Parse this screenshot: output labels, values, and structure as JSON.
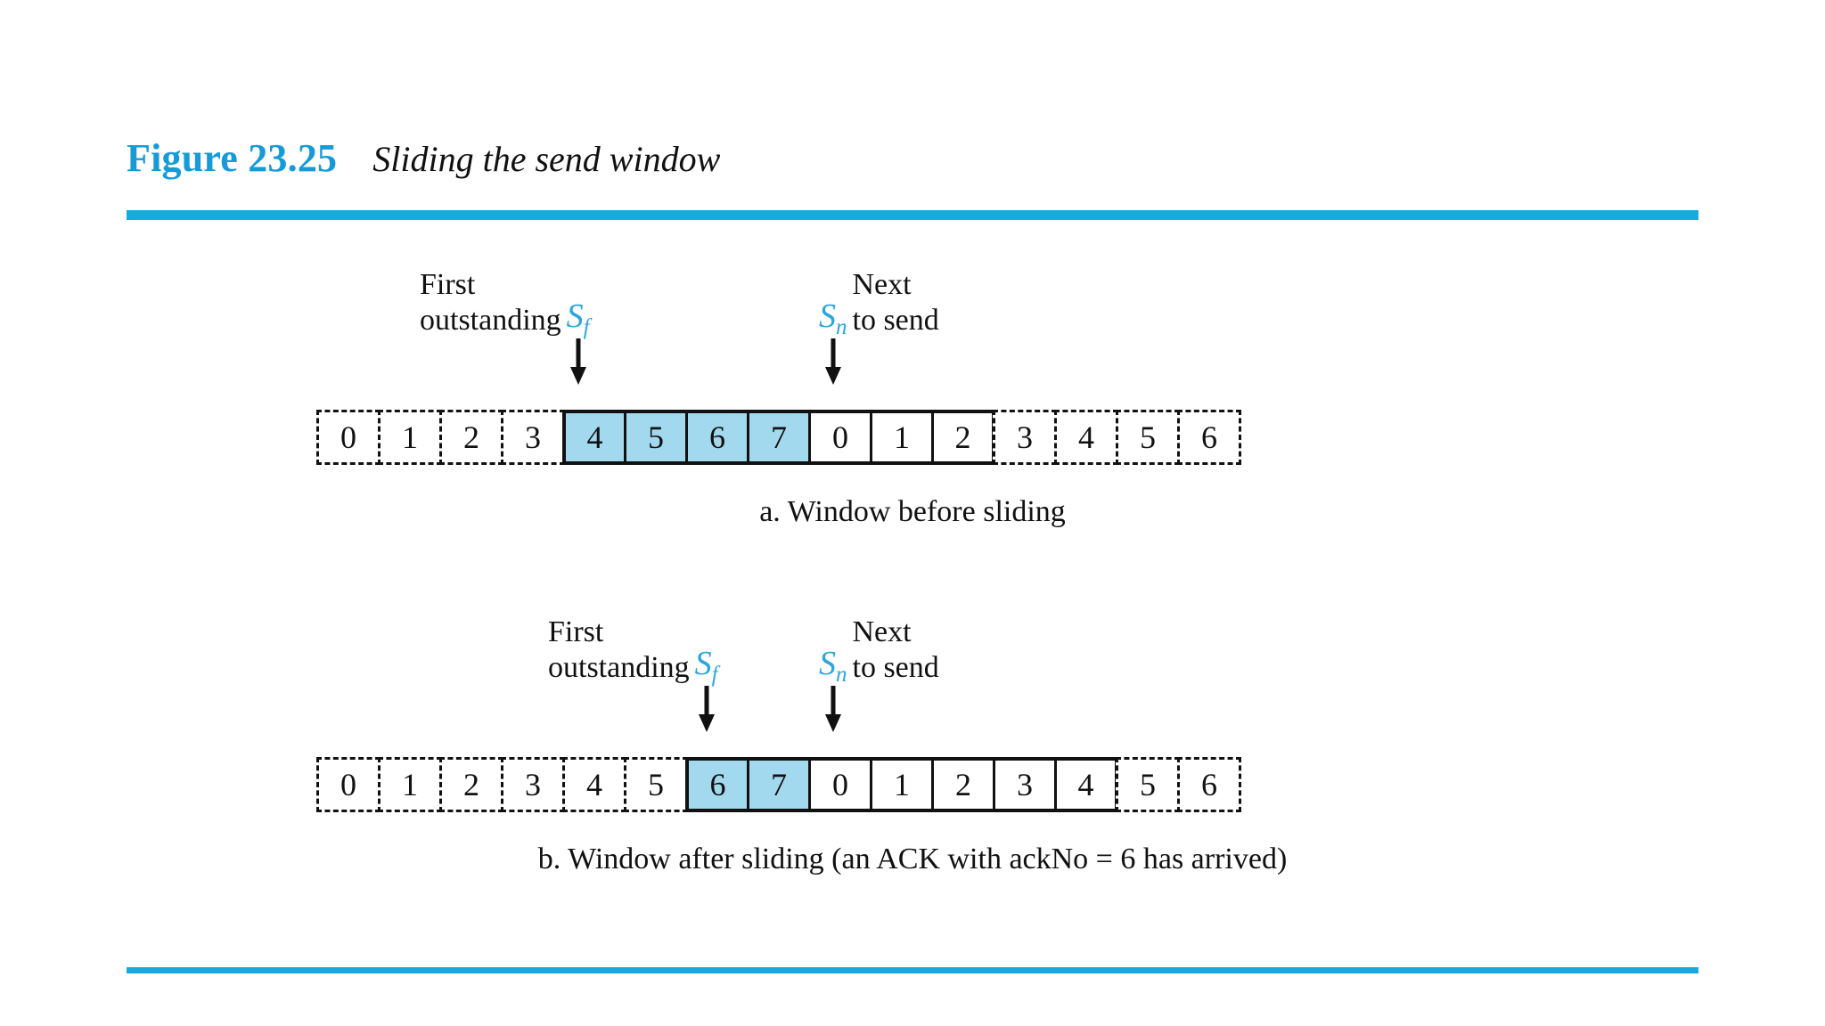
{
  "figure": {
    "number": "Figure 23.25",
    "title": "Sliding the send window",
    "accent_color": "#17A9DF",
    "sent_fill_color": "#A2D9EF",
    "symbol_color": "#2BA6DB"
  },
  "labels": {
    "first_line1": "First",
    "first_line2": "outstanding",
    "next_line1": "Next",
    "next_line2": "to send",
    "sf_symbol": "S",
    "sf_subscript": "f",
    "sn_symbol": "S",
    "sn_subscript": "n"
  },
  "panel_a": {
    "caption": "a. Window before sliding",
    "cells": [
      {
        "value": "0",
        "state": "outside"
      },
      {
        "value": "1",
        "state": "outside"
      },
      {
        "value": "2",
        "state": "outside"
      },
      {
        "value": "3",
        "state": "outside"
      },
      {
        "value": "4",
        "state": "sent"
      },
      {
        "value": "5",
        "state": "sent"
      },
      {
        "value": "6",
        "state": "sent"
      },
      {
        "value": "7",
        "state": "sent"
      },
      {
        "value": "0",
        "state": "inwin"
      },
      {
        "value": "1",
        "state": "inwin"
      },
      {
        "value": "2",
        "state": "inwin"
      },
      {
        "value": "3",
        "state": "outside"
      },
      {
        "value": "4",
        "state": "outside"
      },
      {
        "value": "5",
        "state": "outside"
      },
      {
        "value": "6",
        "state": "outside"
      }
    ],
    "sf_index": 4,
    "sn_index": 8
  },
  "panel_b": {
    "caption": "b. Window after sliding (an ACK with ackNo = 6 has arrived)",
    "cells": [
      {
        "value": "0",
        "state": "outside"
      },
      {
        "value": "1",
        "state": "outside"
      },
      {
        "value": "2",
        "state": "outside"
      },
      {
        "value": "3",
        "state": "outside"
      },
      {
        "value": "4",
        "state": "outside"
      },
      {
        "value": "5",
        "state": "outside"
      },
      {
        "value": "6",
        "state": "sent"
      },
      {
        "value": "7",
        "state": "sent"
      },
      {
        "value": "0",
        "state": "inwin"
      },
      {
        "value": "1",
        "state": "inwin"
      },
      {
        "value": "2",
        "state": "inwin"
      },
      {
        "value": "3",
        "state": "inwin"
      },
      {
        "value": "4",
        "state": "inwin"
      },
      {
        "value": "5",
        "state": "outside"
      },
      {
        "value": "6",
        "state": "outside"
      }
    ],
    "sf_index": 6,
    "sn_index": 8
  }
}
